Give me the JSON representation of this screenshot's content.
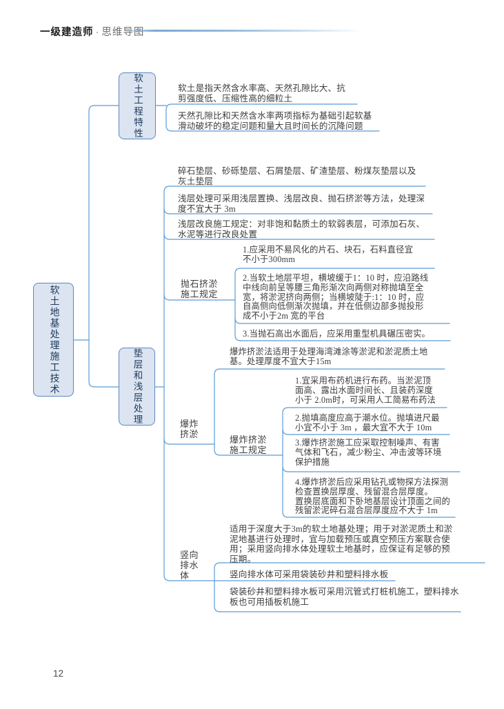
{
  "header": {
    "brand": "一级建造师",
    "separator": "·",
    "subtitle": "思维导图"
  },
  "footer": {
    "page_number": "12"
  },
  "colors": {
    "connector": "#5b9bd5",
    "node_fill": "#dbe4f0",
    "node_border": "#5b87c0",
    "node_text": "#1f3a5f",
    "body_text": "#3d3d3d",
    "header_rule": "#7ba7d3"
  },
  "map": {
    "root": {
      "label": "软土地基处理施工技术"
    },
    "branches": [
      {
        "label": "软土工程特性",
        "children": [
          {
            "text": "软土是指天然含水率高、天然孔隙比大、抗\n剪强度低、压缩性高的细粒土"
          },
          {
            "text": "天然孔隙比和天然含水率两项指标为基础引起软基\n滑动破坏的稳定问题和量大且时间长的沉降问题"
          }
        ]
      },
      {
        "label": "垫层和浅层处理",
        "children": [
          {
            "text": "碎石垫层、砂砾垫层、石屑垫层、矿渣垫层、粉煤灰垫层以及\n灰土垫层"
          },
          {
            "text": "浅层处理可采用浅层置换、浅层改良、抛石挤淤等方法，处理深\n度不宜大于 3m"
          },
          {
            "text": "浅层改良施工规定：对非饱和黏质土的软弱表层，可添加石灰、\n水泥等进行改良处置"
          },
          {
            "label": "抛石挤淤\n施工规定",
            "children": [
              {
                "text": "1.应采用不易风化的片石、块石，石料直径宜\n不小于300mm"
              },
              {
                "text": "2.当软土地层平坦，横坡缓于1：10 时，应沿路线\n中线向前呈等腰三角形渐次向两侧对称抛填至全\n宽，将淤泥挤向两侧；当横坡陡于:1：10 时，应\n自高侧向低侧渐次抛填，并在低侧边部多抛投形\n成不小于2m 宽的平台"
              },
              {
                "text": "3.当抛石高出水面后，应采用重型机具碾压密实。"
              }
            ]
          },
          {
            "label": "爆炸\n挤淤",
            "children": [
              {
                "text": "爆炸挤淤法适用于处理海湾滩涂等淤泥和淤泥质土地\n基。处理厚度不宜大于15m"
              },
              {
                "label": "爆炸挤淤\n施工规定",
                "children": [
                  {
                    "text": "1.宜采用布药机进行布药。当淤泥顶\n面高、露出水面时间长、且装药深度\n小于 2.0m时，可采用人工简易布药法"
                  },
                  {
                    "text": "2.抛填高度应高于潮水位。抛填进尺最\n小宜不小于 3m ，最大宜不大于 10m"
                  },
                  {
                    "text": "3.爆炸挤淤施工应采取控制噪声、有害\n气体和飞石，减少粉尘、冲击波等环境\n保护措施"
                  },
                  {
                    "text": "4.爆炸挤淤后应采用钻孔或物探方法探测\n检查置换层厚度、残留混合层厚度。\n置换层底面和下卧地基层设计顶面之间的\n残留淤泥碎石混合层厚度应不大于 1m"
                  }
                ]
              }
            ]
          },
          {
            "label": "竖向\n排水\n体",
            "children": [
              {
                "text": "适用于深度大于3m的软土地基处理；用于对淤泥质土和淤\n泥地基进行处理时，宜与加载预压或真空预压方案联合使\n用；采用竖向排水体处理软土地基时，应保证有足够的预\n压期。"
              },
              {
                "text": "竖向排水体可采用袋装砂井和塑料排水板"
              },
              {
                "text": "袋装砂井和塑料排水板可采用沉管式打桩机施工，塑料排水\n板也可用插板机施工"
              }
            ]
          }
        ]
      }
    ]
  }
}
